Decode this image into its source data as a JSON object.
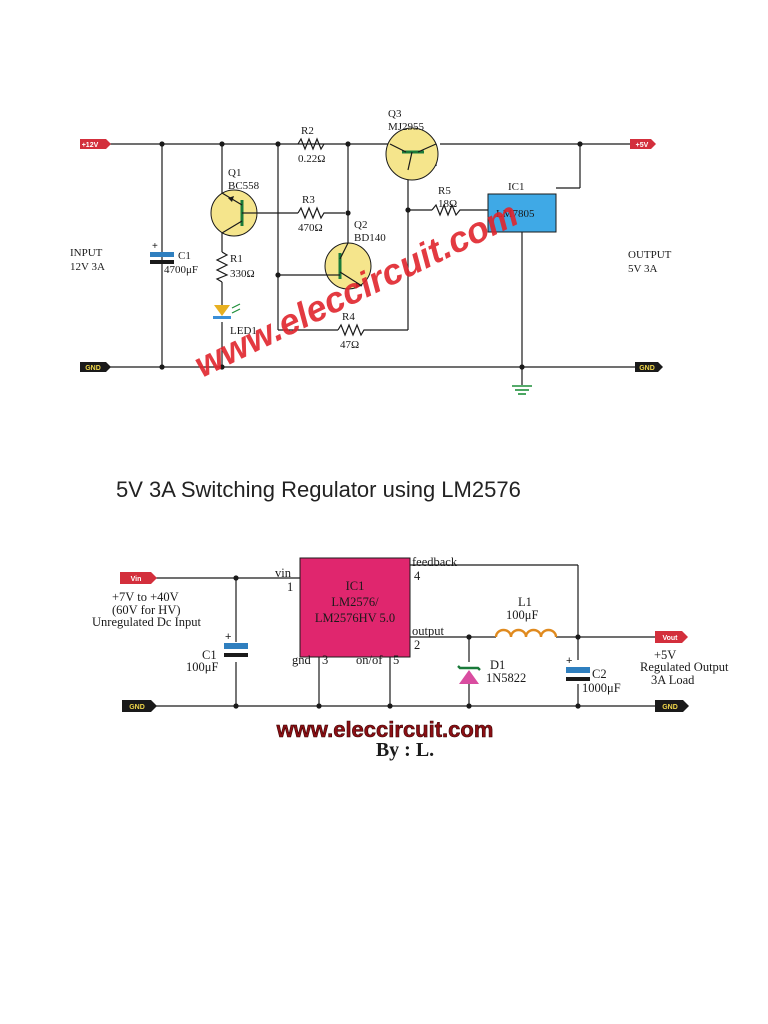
{
  "colors": {
    "wire": "#1a1a1a",
    "pos_tag": "#d32f3c",
    "gnd_tag": "#1a1a1a",
    "transistor": "#f5e58c",
    "lm7805": "#3fa9e6",
    "lm2576": "#e0266e",
    "watermark": "#e0252c",
    "inductor": "#e08a1e",
    "led": "#3a8fd8",
    "ground_symbol": "#1f8f3a"
  },
  "circuit1": {
    "tag_in": "+12V",
    "tag_out": "+5V",
    "tag_gnd_left": "GND",
    "tag_gnd_right": "GND",
    "input_label_1": "INPUT",
    "input_label_2": "12V 3A",
    "output_label_1": "OUTPUT",
    "output_label_2": "5V 3A",
    "c1_name": "C1",
    "c1_value": "4700μF",
    "q1_name": "Q1",
    "q1_part": "BC558",
    "r1_name": "R1",
    "r1_value": "330Ω",
    "led_name": "LED1",
    "r2_name": "R2",
    "r2_value": "0.22Ω",
    "r3_name": "R3",
    "r3_value": "470Ω",
    "r4_name": "R4",
    "r4_value": "47Ω",
    "q2_name": "Q2",
    "q2_part": "BD140",
    "q3_name": "Q3",
    "q3_part": "MJ2955",
    "r5_name": "R5",
    "r5_value": "18Ω",
    "ic1_name": "IC1",
    "ic1_part": "LM7805",
    "watermark": "www.eleccircuit.com"
  },
  "section_title": "5V 3A Switching Regulator using LM2576",
  "circuit2": {
    "tag_vin": "Vin",
    "tag_vout": "Vout",
    "tag_gnd_left": "GND",
    "tag_gnd_right": "GND",
    "input_line_1": "+7V to +40V",
    "input_line_2": "(60V for HV)",
    "input_line_3": "Unregulated Dc Input",
    "c1_name": "C1",
    "c1_value": "100μF",
    "ic1_name": "IC1",
    "ic1_part_1": "LM2576/",
    "ic1_part_2": "LM2576HV 5.0",
    "pin_vin": "vin",
    "pin_vin_num": "1",
    "pin_feedback": "feedback",
    "pin_feedback_num": "4",
    "pin_output": "output",
    "pin_output_num": "2",
    "pin_gnd": "gnd",
    "pin_gnd_num": "3",
    "pin_onoff": "on/of",
    "pin_onoff_num": "5",
    "l1_name": "L1",
    "l1_value": "100μF",
    "d1_name": "D1",
    "d1_part": "1N5822",
    "c2_name": "C2",
    "c2_value": "1000μF",
    "output_line_1": "+5V",
    "output_line_2": "Regulated Output",
    "output_line_3": "3A Load",
    "watermark": "www.eleccircuit.com",
    "byline": "By : L."
  }
}
